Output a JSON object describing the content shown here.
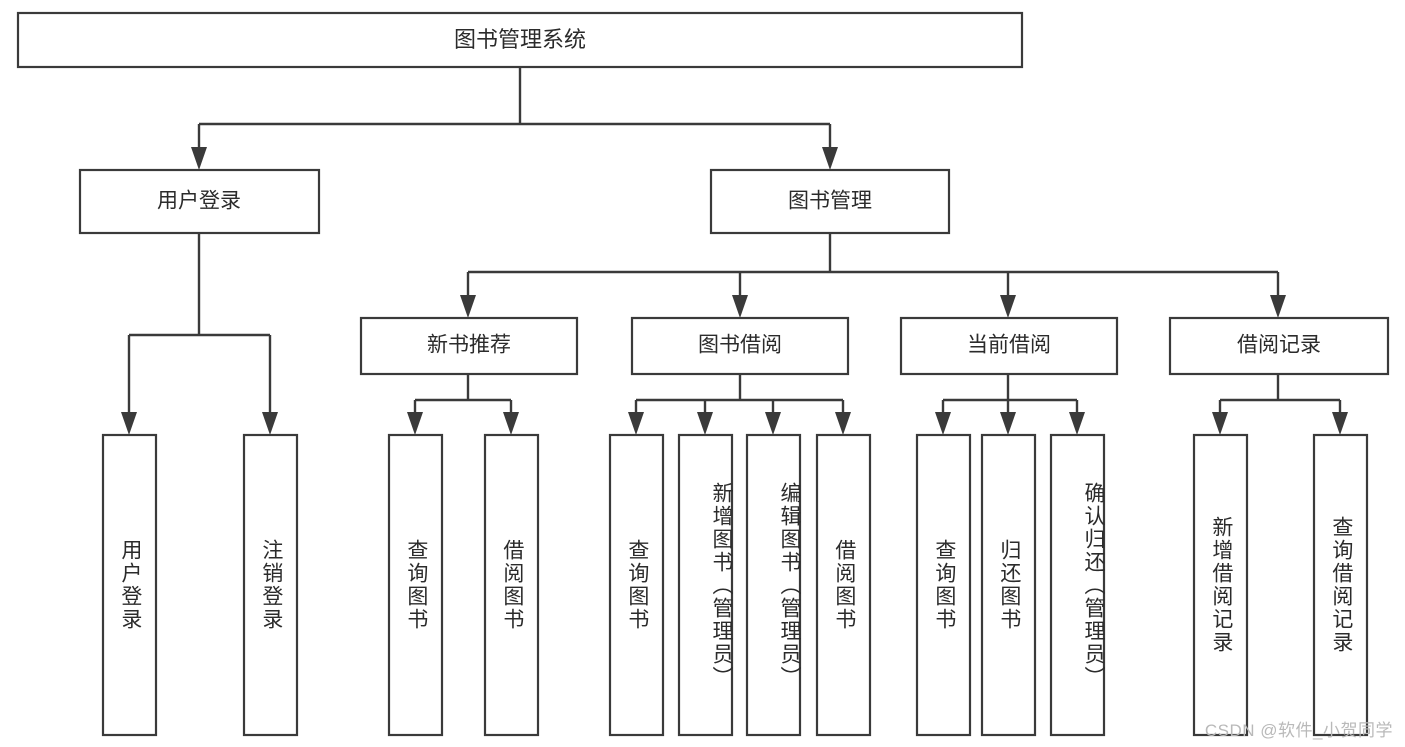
{
  "diagram": {
    "type": "tree-hierarchy",
    "title": "图书管理系统",
    "watermark": "CSDN @软件_小贺同学",
    "colors": {
      "background": "#ffffff",
      "stroke": "#3a3a3a",
      "text": "#2b2b2b",
      "watermark": "#b9b9b9"
    },
    "root": {
      "label": "图书管理系统"
    },
    "level2": [
      {
        "label": "用户登录"
      },
      {
        "label": "图书管理"
      }
    ],
    "level3": [
      {
        "label": "新书推荐"
      },
      {
        "label": "图书借阅"
      },
      {
        "label": "当前借阅"
      },
      {
        "label": "借阅记录"
      }
    ],
    "leaves": {
      "user_login": [
        {
          "label": "用户登录"
        },
        {
          "label": "注销登录"
        }
      ],
      "new_book_recommend": [
        {
          "label": "查询图书"
        },
        {
          "label": "借阅图书"
        }
      ],
      "book_borrow": [
        {
          "label": "查询图书"
        },
        {
          "label": "新增图书（管理员）"
        },
        {
          "label": "编辑图书（管理员）"
        },
        {
          "label": "借阅图书"
        }
      ],
      "current_borrow": [
        {
          "label": "查询图书"
        },
        {
          "label": "归还图书"
        },
        {
          "label": "确认归还（管理员）"
        }
      ],
      "borrow_record": [
        {
          "label": "新增借阅记录"
        },
        {
          "label": "查询借阅记录"
        }
      ]
    }
  }
}
